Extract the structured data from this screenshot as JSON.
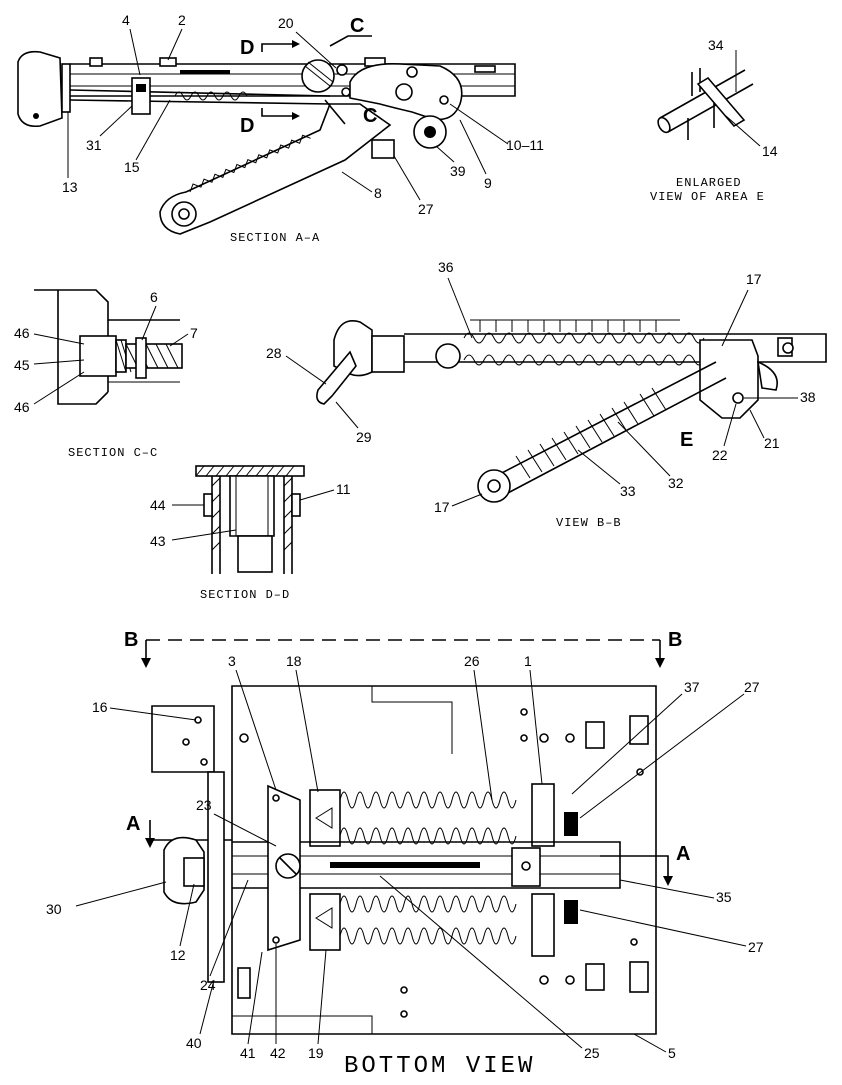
{
  "captions": {
    "section_aa": "SECTION A–A",
    "enlarged_1": "ENLARGED",
    "enlarged_2": "VIEW OF AREA E",
    "section_cc": "SECTION C–C",
    "section_dd": "SECTION D–D",
    "view_bb": "VIEW B–B",
    "bottom_view": "BOTTOM VIEW"
  },
  "section_markers": {
    "a": "A",
    "b": "B",
    "c": "C",
    "d": "D",
    "e": "E"
  },
  "callouts": {
    "top": [
      "4",
      "2",
      "20",
      "31",
      "15",
      "13",
      "8",
      "27",
      "39",
      "9",
      "10–11",
      "34",
      "14"
    ],
    "cc": [
      "6",
      "7",
      "46",
      "45",
      "46"
    ],
    "dd": [
      "44",
      "11",
      "43"
    ],
    "bb": [
      "36",
      "17",
      "28",
      "29",
      "38",
      "21",
      "22",
      "32",
      "33",
      "17"
    ],
    "bottom": [
      "16",
      "3",
      "18",
      "26",
      "1",
      "37",
      "27",
      "23",
      "30",
      "12",
      "24",
      "40",
      "41",
      "42",
      "19",
      "25",
      "5",
      "35",
      "27"
    ]
  }
}
